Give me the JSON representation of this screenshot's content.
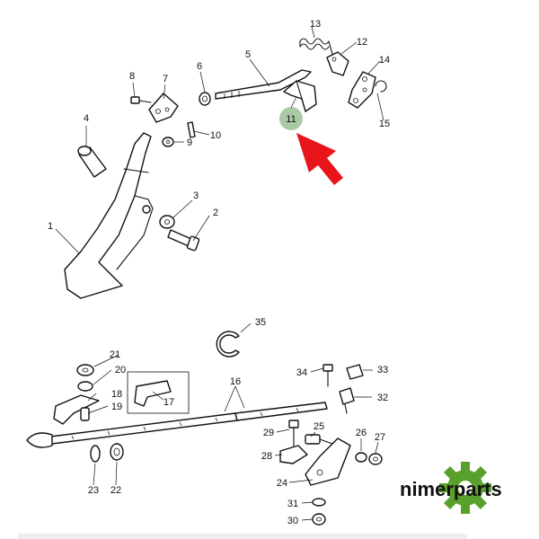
{
  "callouts": {
    "c1": "1",
    "c2": "2",
    "c3": "3",
    "c4": "4",
    "c5": "5",
    "c6": "6",
    "c7": "7",
    "c8": "8",
    "c9": "9",
    "c10": "10",
    "c11": "11",
    "c12": "12",
    "c13": "13",
    "c14": "14",
    "c15": "15",
    "c16": "16",
    "c17": "17",
    "c18": "18",
    "c19": "19",
    "c20": "20",
    "c21": "21",
    "c22": "22",
    "c23": "23",
    "c24": "24",
    "c25": "25",
    "c26": "26",
    "c27": "27",
    "c28": "28",
    "c29": "29",
    "c30": "30",
    "c31": "31",
    "c32": "32",
    "c33": "33",
    "c34": "34",
    "c35": "35"
  },
  "highlight": {
    "part": "11",
    "highlight_color": "#a9c9a4",
    "arrow_color": "#e8151b"
  },
  "brand": {
    "name": "nimerparts",
    "gear_color": "#58a02c"
  }
}
